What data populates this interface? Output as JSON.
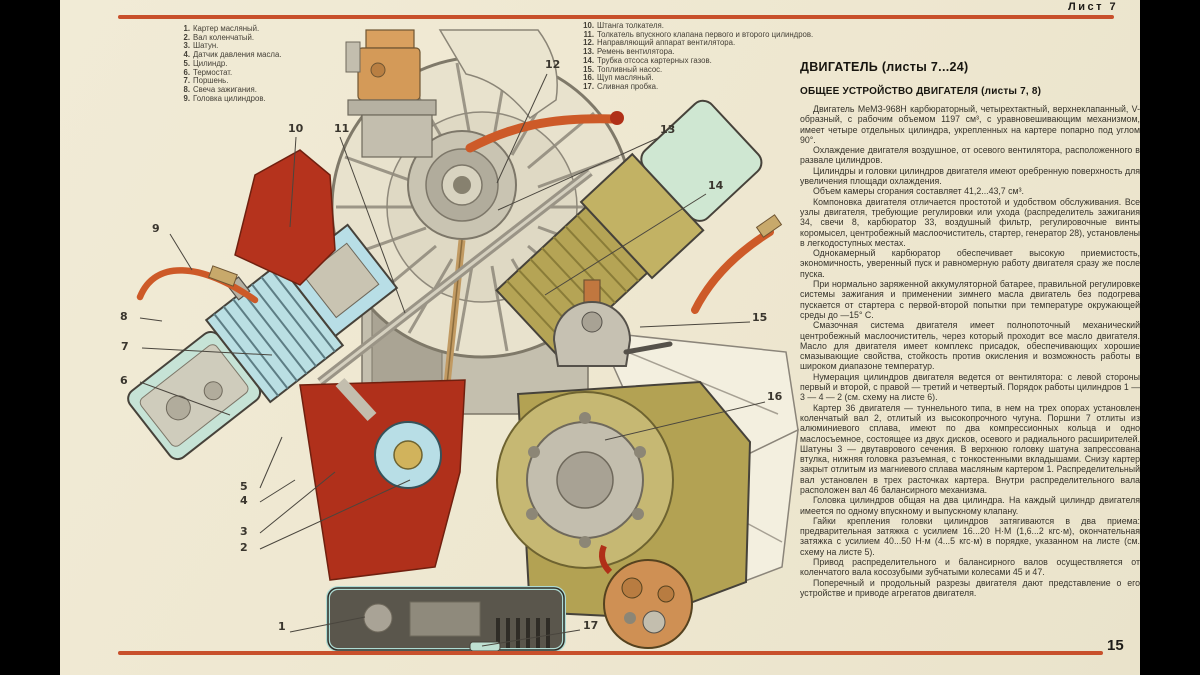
{
  "page": {
    "sheet_label": "Лист 7",
    "page_number": "15"
  },
  "legend_left": {
    "items": [
      {
        "num": "1.",
        "text": "Картер масляный."
      },
      {
        "num": "2.",
        "text": "Вал коленчатый."
      },
      {
        "num": "3.",
        "text": "Шатун."
      },
      {
        "num": "4.",
        "text": "Датчик давления масла."
      },
      {
        "num": "5.",
        "text": "Цилиндр."
      },
      {
        "num": "6.",
        "text": "Термостат."
      },
      {
        "num": "7.",
        "text": "Поршень."
      },
      {
        "num": "8.",
        "text": "Свеча зажигания."
      },
      {
        "num": "9.",
        "text": "Головка цилиндров."
      }
    ]
  },
  "legend_right": {
    "items": [
      {
        "num": "10.",
        "text": "Штанга толкателя."
      },
      {
        "num": "11.",
        "text": "Толкатель впускного клапана первого и второго цилиндров."
      },
      {
        "num": "12.",
        "text": "Направляющий аппарат вентилятора."
      },
      {
        "num": "13.",
        "text": "Ремень вентилятора."
      },
      {
        "num": "14.",
        "text": "Трубка отсоса картерных газов."
      },
      {
        "num": "15.",
        "text": "Топливный насос."
      },
      {
        "num": "16.",
        "text": "Щуп масляный."
      },
      {
        "num": "17.",
        "text": "Сливная пробка."
      }
    ]
  },
  "article": {
    "title": "ДВИГАТЕЛЬ (листы 7...24)",
    "subtitle": "ОБЩЕЕ УСТРОЙСТВО ДВИГАТЕЛЯ (листы 7, 8)",
    "paragraphs": [
      "Двигатель МеМЗ-968Н карбюраторный, четырехтактный, верхнеклапанный, V-образный, с рабочим объемом 1197 см³, с уравновешивающим механизмом, имеет четыре отдельных цилиндра, укрепленных на картере попарно под углом 90°.",
      "Охлаждение двигателя воздушное, от осевого вентилятора, расположенного в развале цилиндров.",
      "Цилиндры и головки цилиндров двигателя имеют оребренную поверхность для увеличения площади охлаждения.",
      "Объем камеры сгорания составляет 41,2...43,7 см³.",
      "Компоновка двигателя отличается простотой и удобством обслуживания. Все узлы двигателя, требующие регулировки или ухода (распределитель зажигания 34, свечи 8, карбюратор 33, воздушный фильтр, регулировочные винты коромысел, центробежный маслоочиститель, стартер, генератор 28), установлены в легкодоступных местах.",
      "Однокамерный карбюратор обеспечивает высокую приемистость, экономичность, уверенный пуск и равномерную работу двигателя сразу же после пуска.",
      "При нормально заряженной аккумуляторной батарее, правильной регулировке системы зажигания и применении зимнего масла двигатель без подогрева пускается от стартера с первой-второй попытки при температуре окружающей среды до —15° С.",
      "Смазочная система двигателя имеет полнопоточный механический центробежный маслоочиститель, через который проходит все масло двигателя. Масло для двигателя имеет комплекс присадок, обеспечивающих хорошие смазывающие свойства, стойкость против окисления и возможность работы в широком диапазоне температур.",
      "Нумерация цилиндров двигателя ведется от вентилятора: с левой стороны первый и второй, с правой — третий и четвертый. Порядок работы цилиндров 1 — 3 — 4 — 2 (см. схему на листе 6).",
      "Картер 36 двигателя — туннельного типа, в нем на трех опорах установлен коленчатый вал 2, отлитый из высокопрочного чугуна. Поршни 7 отлиты из алюминиевого сплава, имеют по два компрессионных кольца и одно маслосъемное, состоящее из двух дисков, осевого и радиального расширителей. Шатуны 3 — двутаврового сечения. В верхнюю головку шатуна запрессована втулка, нижняя головка разъемная, с тонкостенными вкладышами. Снизу картер закрыт отлитым из магниевого сплава масляным картером 1. Распределительный вал установлен в трех расточках картера. Внутри распределительного вала расположен вал 46 балансирного механизма.",
      "Головка цилиндров общая на два цилиндра. На каждый цилиндр двигателя имеется по одному впускному и выпускному клапану.",
      "Гайки крепления головки цилиндров затягиваются в два приема: предварительная затяжка с усилием 16...20 Н·М (1,6...2 кгс·м), окончательная затяжка с усилием 40...50 Н·м (4...5 кгс·м) в порядке, указанном на листе (см. схему на листе 5).",
      "Привод распределительного и балансирного валов осуществляется от коленчатого вала косозубыми зубчатыми колесами 45 и 47.",
      "Поперечный и продольный разрезы двигателя дают представление о его устройстве и приводе агрегатов двигателя."
    ]
  },
  "diagram": {
    "callouts": [
      "1",
      "2",
      "3",
      "4",
      "5",
      "6",
      "7",
      "8",
      "9",
      "10",
      "11",
      "12",
      "13",
      "14",
      "15",
      "16",
      "17"
    ]
  },
  "colors": {
    "accent_rule": "#c8502b",
    "page_background": "#efe8d2",
    "letterbox": "#000000",
    "diagram_red": "#b5331d",
    "diagram_light_blue": "#b8dee6",
    "diagram_teal": "#c6e3d6",
    "diagram_olive": "#b3a253",
    "hose_orange": "#cd5a28"
  }
}
